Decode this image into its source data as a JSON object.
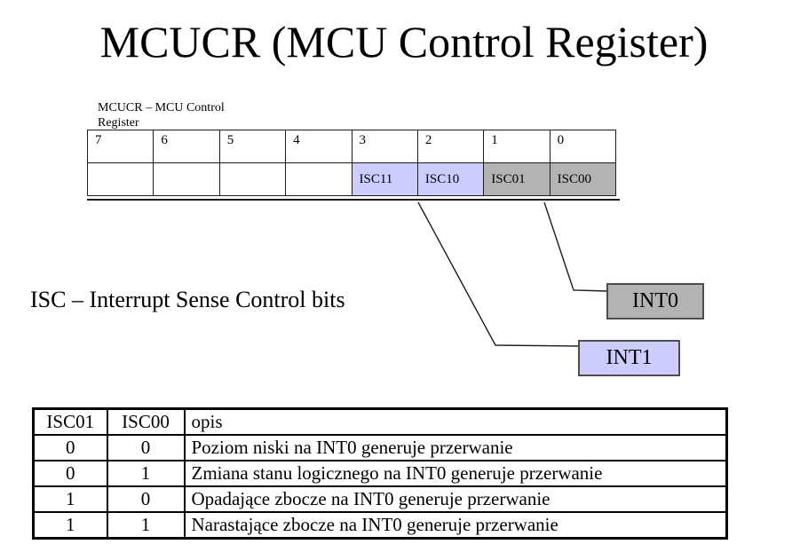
{
  "title": "MCUCR (MCU Control Register)",
  "register": {
    "label": "MCUCR – MCU Control Register",
    "bits": [
      {
        "number": "7",
        "name": "",
        "color": "#ffffff"
      },
      {
        "number": "6",
        "name": "",
        "color": "#ffffff"
      },
      {
        "number": "5",
        "name": "",
        "color": "#ffffff"
      },
      {
        "number": "4",
        "name": "",
        "color": "#ffffff"
      },
      {
        "number": "3",
        "name": "ISC11",
        "color": "#ccccff"
      },
      {
        "number": "2",
        "name": "ISC10",
        "color": "#ccccff"
      },
      {
        "number": "1",
        "name": "ISC01",
        "color": "#b3b3b3"
      },
      {
        "number": "0",
        "name": "ISC00",
        "color": "#b3b3b3"
      }
    ]
  },
  "note": "ISC – Interrupt Sense Control bits",
  "callouts": {
    "int0": {
      "label": "INT0",
      "color": "#b3b3b3"
    },
    "int1": {
      "label": "INT1",
      "color": "#ccccff"
    }
  },
  "truth_table": {
    "headers": [
      "ISC01",
      "ISC00",
      "opis"
    ],
    "rows": [
      [
        "0",
        "0",
        "Poziom niski na INT0 generuje przerwanie"
      ],
      [
        "0",
        "1",
        "Zmiana stanu logicznego na INT0 generuje przerwanie"
      ],
      [
        "1",
        "0",
        "Opadające zbocze na INT0 generuje przerwanie"
      ],
      [
        "1",
        "1",
        "Narastające zbocze na INT0 generuje przerwanie"
      ]
    ]
  },
  "colors": {
    "lavender": "#ccccff",
    "gray": "#b3b3b3",
    "line": "#1c1c1c"
  }
}
